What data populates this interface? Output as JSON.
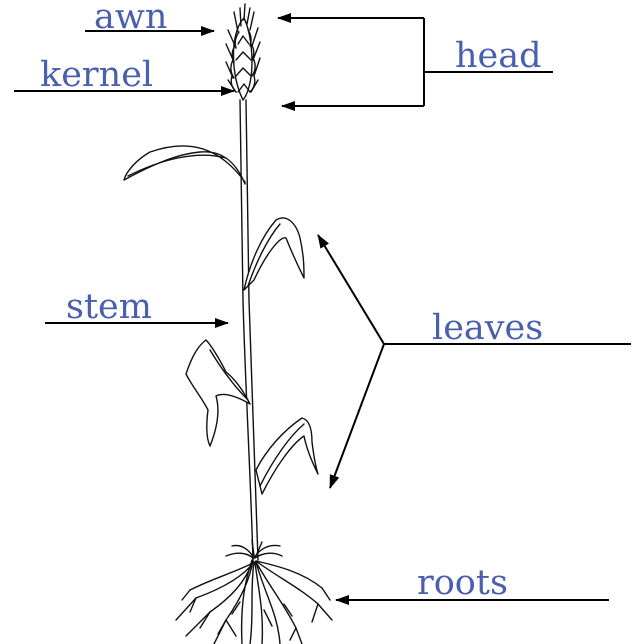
{
  "labels": {
    "awn": "awn",
    "kernel": "kernel",
    "head": "head",
    "stem": "stem",
    "leaves": "leaves",
    "roots": "roots"
  },
  "colors": {
    "label": "#4a5fae",
    "line": "#000000",
    "background": "#ffffff"
  }
}
